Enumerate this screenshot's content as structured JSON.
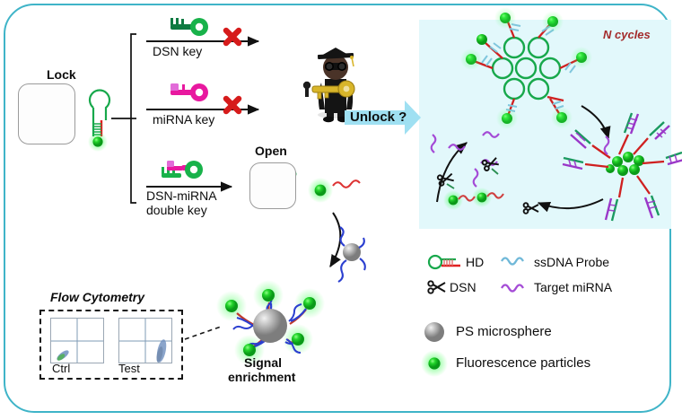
{
  "figure": {
    "title_absent": true,
    "border_color": "#3fb4c8",
    "panel_bg": "#e2f8fb"
  },
  "lock_section": {
    "lock_label": "Lock",
    "lock_icon": "padlock-closed-icon",
    "lock_color": "#c2000f",
    "hairpin_icon": "dna-hairpin-icon",
    "hairpin_loop_color": "#17a84b",
    "hairpin_stem_color": "#e02020",
    "fluorophore_color": "#19d027"
  },
  "pathways": [
    {
      "id": "dsn",
      "label": "DSN key",
      "key_icon": "key-icon",
      "key_color_teeth": "#0f7a42",
      "key_color_ring": "#18b24a",
      "result": "blocked",
      "result_icon": "red-x-icon",
      "result_color": "#d61b1b"
    },
    {
      "id": "mirna",
      "label": "miRNA key",
      "key_icon": "key-icon",
      "key_color_teeth": "#e26bd8",
      "key_color_ring": "#e8189f",
      "result": "blocked",
      "result_icon": "red-x-icon",
      "result_color": "#d61b1b"
    },
    {
      "id": "double",
      "label_line1": "DSN-miRNA",
      "label_line2": "double key",
      "key_icon": "double-key-icon",
      "key_color_teeth": "#18b24a",
      "key_color_ring": "#e8189f",
      "result": "open"
    }
  ],
  "open_section": {
    "open_label": "Open",
    "open_icon": "padlock-open-icon",
    "open_color": "#15a84c"
  },
  "scientist": {
    "icon": "graduate-scientist-icon",
    "key_icon": "gold-key-icon",
    "key_color": "#d8b52a",
    "robe_color": "#1a1a1a"
  },
  "unlock_arrow": {
    "label": "Unlock ?",
    "arrow_icon": "right-arrow-icon",
    "arrow_color": "#9fe0f2"
  },
  "cycle_panel": {
    "cycles_label": "N cycles",
    "cycles_color": "#a32b2b",
    "rosette_icon": "hairpin-rosette-icon",
    "cluster_icon": "duplex-cluster-icon",
    "scissors_icon": "scissors-icon",
    "arrow_icon": "curved-arrow-icon"
  },
  "signal_section": {
    "label_line1": "Signal",
    "label_line2": "enrichment",
    "microsphere_icon": "ps-microsphere-icon",
    "microsphere_color": "#b5b5b5",
    "probe_color": "#2b3fd0",
    "target_color": "#c0392b"
  },
  "flow_cytometry": {
    "title": "Flow Cytometry",
    "plots": [
      {
        "label": "Ctrl",
        "population": "low-left-quadrant",
        "color": "#6f8fbf"
      },
      {
        "label": "Test",
        "population": "right-shifted-diagonal",
        "color": "#6f8fbf"
      }
    ]
  },
  "legend": {
    "items": [
      {
        "icon": "hd-hairpin-icon",
        "label": "HD"
      },
      {
        "icon": "ssdna-wave-icon",
        "label": "ssDNA  Probe"
      },
      {
        "icon": "scissors-icon",
        "label": "DSN"
      },
      {
        "icon": "mirna-wave-icon",
        "label": "Target miRNA"
      },
      {
        "icon": "ps-microsphere-icon",
        "label": "PS microsphere"
      },
      {
        "icon": "fluorescence-dot-icon",
        "label": "Fluorescence particles"
      }
    ],
    "colors": {
      "ssdna": "#6fb8d8",
      "mirna": "#a44bd6",
      "microsphere": "#8a8a8a",
      "fluorescence": "#19d027"
    }
  }
}
